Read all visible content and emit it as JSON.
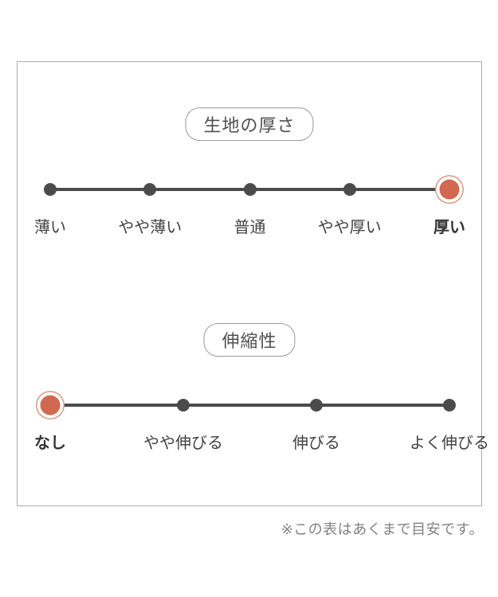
{
  "footnote": "※この表はあくまで目安です。",
  "colors": {
    "line": "#4b4b4b",
    "dot": "#4b4b4b",
    "selected_fill": "#d0694f",
    "selected_ring": "#d89a85",
    "label_text": "#424242",
    "pill_border": "#9a9a9a",
    "pill_text": "#4f4f4f",
    "box_border": "#ababab",
    "footnote_text": "#828282"
  },
  "chart_data": [
    {
      "type": "rating-scale",
      "title": "生地の厚さ",
      "categories": [
        "薄い",
        "やや薄い",
        "普通",
        "やや厚い",
        "厚い"
      ],
      "selected": "厚い",
      "selected_index": 4
    },
    {
      "type": "rating-scale",
      "title": "伸縮性",
      "categories": [
        "なし",
        "やや伸びる",
        "伸びる",
        "よく伸びる"
      ],
      "selected": "なし",
      "selected_index": 0
    }
  ]
}
